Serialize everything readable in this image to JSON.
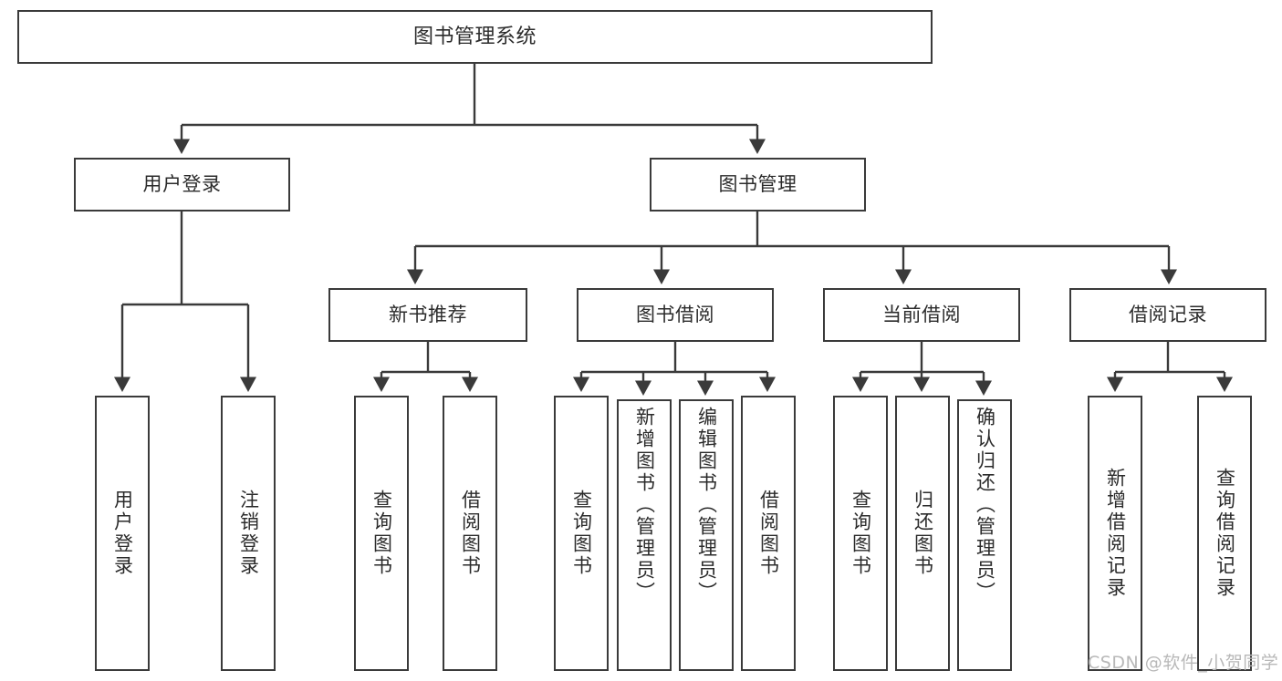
{
  "diagram": {
    "title": "图书管理系统",
    "type": "tree",
    "watermark": "CSDN @软件_小贺同学",
    "stroke_color": "#3a3a3a",
    "text_color": "#2b2b2b",
    "background_color": "#ffffff",
    "watermark_color": "#b8b8b8"
  },
  "nodes": {
    "root": {
      "label": "图书管理系统"
    },
    "level2": [
      {
        "id": "user-login",
        "label": "用户登录"
      },
      {
        "id": "book-manage",
        "label": "图书管理"
      }
    ],
    "level3": [
      {
        "id": "new-book-recommend",
        "label": "新书推荐"
      },
      {
        "id": "book-borrow",
        "label": "图书借阅"
      },
      {
        "id": "current-borrow",
        "label": "当前借阅"
      },
      {
        "id": "borrow-record",
        "label": "借阅记录"
      }
    ],
    "leaves": {
      "user_login": [
        {
          "id": "leaf-user-login",
          "label": "用户登录"
        },
        {
          "id": "leaf-logout-login",
          "label": "注销登录"
        }
      ],
      "new_book_recommend": [
        {
          "id": "leaf-query-book-1",
          "label": "查询图书"
        },
        {
          "id": "leaf-borrow-book-1",
          "label": "借阅图书"
        }
      ],
      "book_borrow": [
        {
          "id": "leaf-query-book-2",
          "label": "查询图书"
        },
        {
          "id": "leaf-add-book",
          "label": "新增图书（管理员）"
        },
        {
          "id": "leaf-edit-book",
          "label": "编辑图书（管理员）"
        },
        {
          "id": "leaf-borrow-book-2",
          "label": "借阅图书"
        }
      ],
      "current_borrow": [
        {
          "id": "leaf-query-book-3",
          "label": "查询图书"
        },
        {
          "id": "leaf-return-book",
          "label": "归还图书"
        },
        {
          "id": "leaf-confirm-return",
          "label": "确认归还（管理员）"
        }
      ],
      "borrow_record": [
        {
          "id": "leaf-add-record",
          "label": "新增借阅记录"
        },
        {
          "id": "leaf-query-record",
          "label": "查询借阅记录"
        }
      ]
    }
  }
}
